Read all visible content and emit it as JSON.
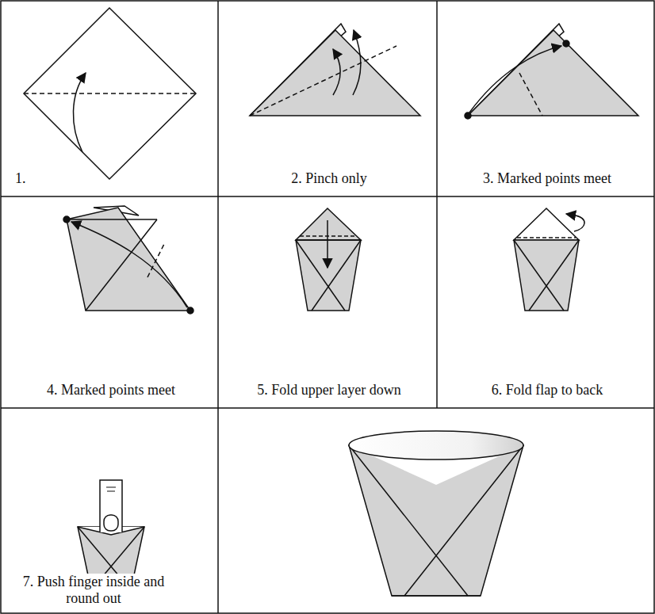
{
  "diagram": {
    "nodes": [
      {
        "text": [
          "1."
        ]
      },
      {
        "text": [
          "2. Pinch only"
        ]
      },
      {
        "text": [
          "3. Marked points meet"
        ]
      },
      {
        "text": [
          "4. Marked points meet"
        ]
      },
      {
        "text": [
          "5. Fold upper layer down"
        ]
      },
      {
        "text": [
          "6. Fold flap to back"
        ]
      },
      {
        "text": [
          "7. Push finger inside and round out"
        ]
      }
    ]
  }
}
